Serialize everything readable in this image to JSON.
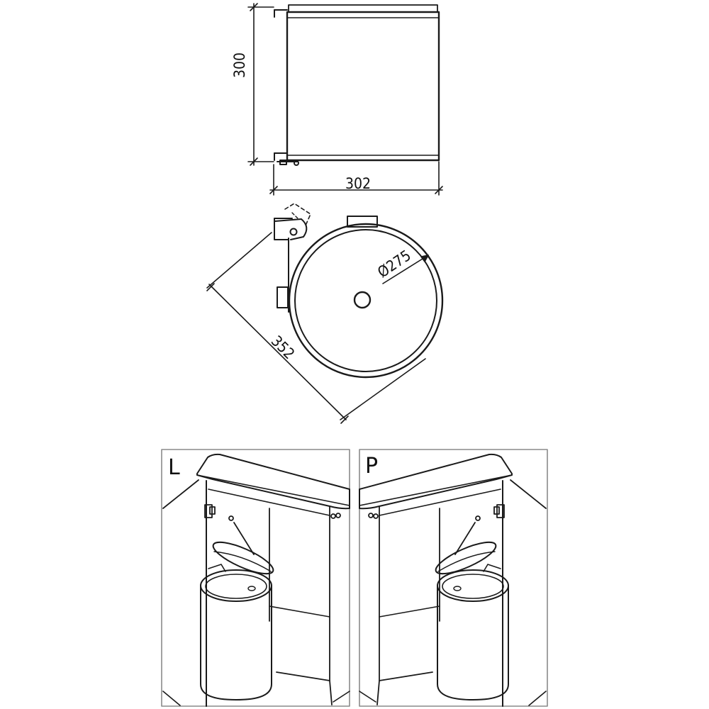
{
  "dimensions": {
    "height": "300",
    "width": "302",
    "diameter": "Ø275",
    "diagonal": "352"
  },
  "panels": {
    "left_label": "L",
    "right_label": "P"
  }
}
